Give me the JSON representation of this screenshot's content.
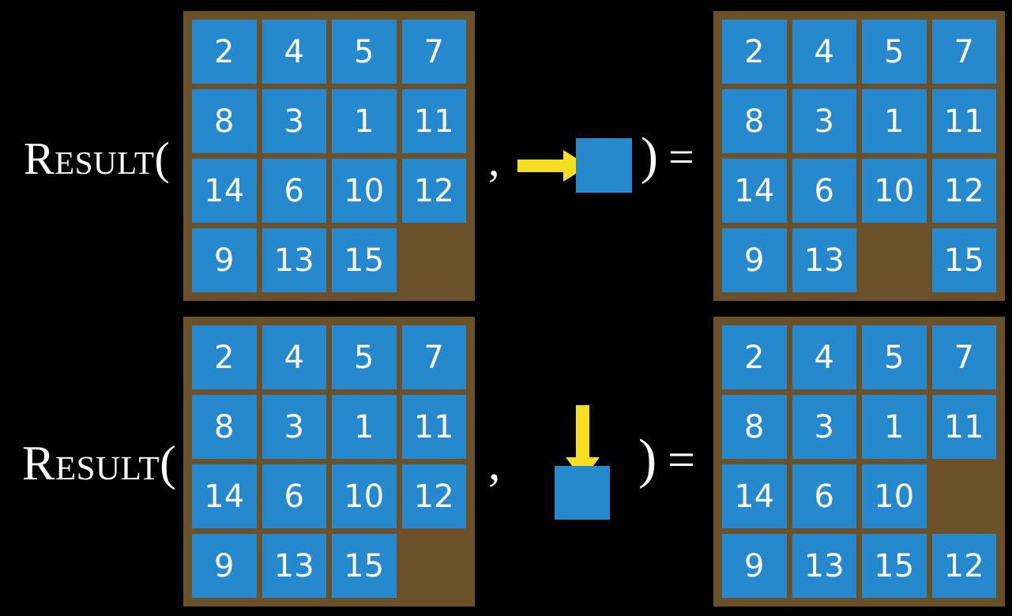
{
  "colors": {
    "background": "#000000",
    "board_frame": "#6b5129",
    "tile": "#2689ce",
    "tile_text": "#ffffff",
    "arrow": "#f5dd22",
    "label_text": "#ffffff"
  },
  "rows": [
    {
      "label": "Result(",
      "comma": ",",
      "close_paren": ")",
      "equals": "=",
      "input_board": {
        "name": "input-board-row1",
        "grid": [
          [
            "2",
            "4",
            "5",
            "7"
          ],
          [
            "8",
            "3",
            "1",
            "11"
          ],
          [
            "14",
            "6",
            "10",
            "12"
          ],
          [
            "9",
            "13",
            "15",
            ""
          ]
        ]
      },
      "action": {
        "name": "move-right-action",
        "direction": "right",
        "arrow_icon": "arrow-right-icon",
        "tile_icon": "blank-tile-icon"
      },
      "output_board": {
        "name": "output-board-row1",
        "grid": [
          [
            "2",
            "4",
            "5",
            "7"
          ],
          [
            "8",
            "3",
            "1",
            "11"
          ],
          [
            "14",
            "6",
            "10",
            "12"
          ],
          [
            "9",
            "13",
            "",
            "15"
          ]
        ]
      }
    },
    {
      "label": "Result(",
      "comma": ",",
      "close_paren": ")",
      "equals": "=",
      "input_board": {
        "name": "input-board-row2",
        "grid": [
          [
            "2",
            "4",
            "5",
            "7"
          ],
          [
            "8",
            "3",
            "1",
            "11"
          ],
          [
            "14",
            "6",
            "10",
            "12"
          ],
          [
            "9",
            "13",
            "15",
            ""
          ]
        ]
      },
      "action": {
        "name": "move-down-action",
        "direction": "down",
        "arrow_icon": "arrow-down-icon",
        "tile_icon": "blank-tile-icon"
      },
      "output_board": {
        "name": "output-board-row2",
        "grid": [
          [
            "2",
            "4",
            "5",
            "7"
          ],
          [
            "8",
            "3",
            "1",
            "11"
          ],
          [
            "14",
            "6",
            "10",
            ""
          ],
          [
            "9",
            "13",
            "15",
            "12"
          ]
        ]
      }
    }
  ]
}
